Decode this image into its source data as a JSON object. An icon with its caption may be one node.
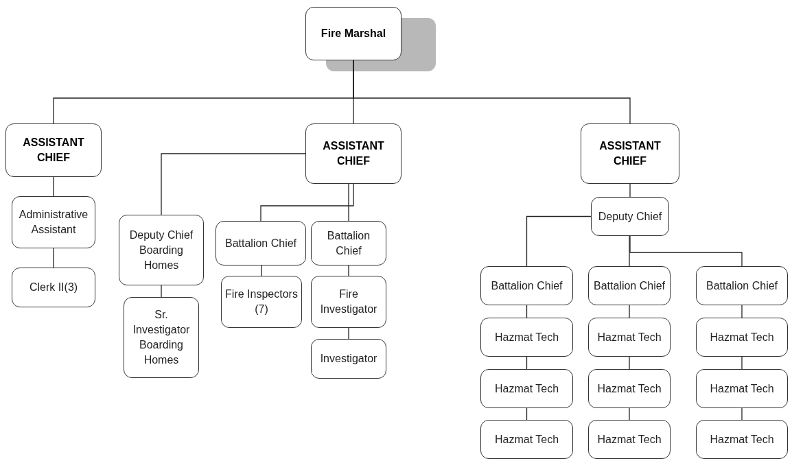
{
  "diagram": {
    "nodes": [
      {
        "text": [
          "Fire Marshal"
        ]
      },
      {
        "text": [
          "ASSISTANT CHIEF"
        ]
      },
      {
        "text": [
          "ASSISTANT CHIEF"
        ]
      },
      {
        "text": [
          "ASSISTANT CHIEF"
        ]
      },
      {
        "text": [
          "Administrative Assistant"
        ]
      },
      {
        "text": [
          "Clerk II(3)"
        ]
      },
      {
        "text": [
          "Deputy Chief Boarding Homes"
        ]
      },
      {
        "text": [
          "Sr. Investigator Boarding Homes"
        ]
      },
      {
        "text": [
          "Battalion Chief"
        ]
      },
      {
        "text": [
          "Battalion Chief"
        ]
      },
      {
        "text": [
          "Fire Inspectors (7)"
        ]
      },
      {
        "text": [
          "Fire Investigator"
        ]
      },
      {
        "text": [
          "Investigator"
        ]
      },
      {
        "text": [
          "Deputy Chief"
        ]
      },
      {
        "text": [
          "Battalion Chief"
        ]
      },
      {
        "text": [
          "Battalion Chief"
        ]
      },
      {
        "text": [
          "Battalion Chief"
        ]
      },
      {
        "text": [
          "Hazmat Tech"
        ]
      },
      {
        "text": [
          "Hazmat Tech"
        ]
      },
      {
        "text": [
          "Hazmat Tech"
        ]
      },
      {
        "text": [
          "Hazmat Tech"
        ]
      },
      {
        "text": [
          "Hazmat Tech"
        ]
      },
      {
        "text": [
          "Hazmat Tech"
        ]
      },
      {
        "text": [
          "Hazmat Tech"
        ]
      },
      {
        "text": [
          "Hazmat Tech"
        ]
      },
      {
        "text": [
          "Hazmat Tech"
        ]
      }
    ],
    "edges": [
      {
        "from": 0,
        "to": 1,
        "arrow": "none"
      },
      {
        "from": 0,
        "to": 2,
        "arrow": "none"
      },
      {
        "from": 0,
        "to": 3,
        "arrow": "none"
      },
      {
        "from": 1,
        "to": 4,
        "arrow": "none"
      },
      {
        "from": 4,
        "to": 5,
        "arrow": "none"
      },
      {
        "from": 2,
        "to": 6,
        "arrow": "none"
      },
      {
        "from": 6,
        "to": 7,
        "arrow": "none"
      },
      {
        "from": 2,
        "to": 8,
        "arrow": "none"
      },
      {
        "from": 2,
        "to": 9,
        "arrow": "none"
      },
      {
        "from": 8,
        "to": 10,
        "arrow": "none"
      },
      {
        "from": 9,
        "to": 11,
        "arrow": "none"
      },
      {
        "from": 11,
        "to": 12,
        "arrow": "none"
      },
      {
        "from": 3,
        "to": 13,
        "arrow": "none"
      },
      {
        "from": 13,
        "to": 14,
        "arrow": "none"
      },
      {
        "from": 13,
        "to": 15,
        "arrow": "none"
      },
      {
        "from": 13,
        "to": 16,
        "arrow": "none"
      },
      {
        "from": 14,
        "to": 17,
        "arrow": "none"
      },
      {
        "from": 17,
        "to": 20,
        "arrow": "none"
      },
      {
        "from": 20,
        "to": 23,
        "arrow": "none"
      },
      {
        "from": 15,
        "to": 18,
        "arrow": "none"
      },
      {
        "from": 18,
        "to": 21,
        "arrow": "none"
      },
      {
        "from": 21,
        "to": 24,
        "arrow": "none"
      },
      {
        "from": 16,
        "to": 19,
        "arrow": "none"
      },
      {
        "from": 19,
        "to": 22,
        "arrow": "none"
      },
      {
        "from": 22,
        "to": 25,
        "arrow": "none"
      }
    ]
  }
}
